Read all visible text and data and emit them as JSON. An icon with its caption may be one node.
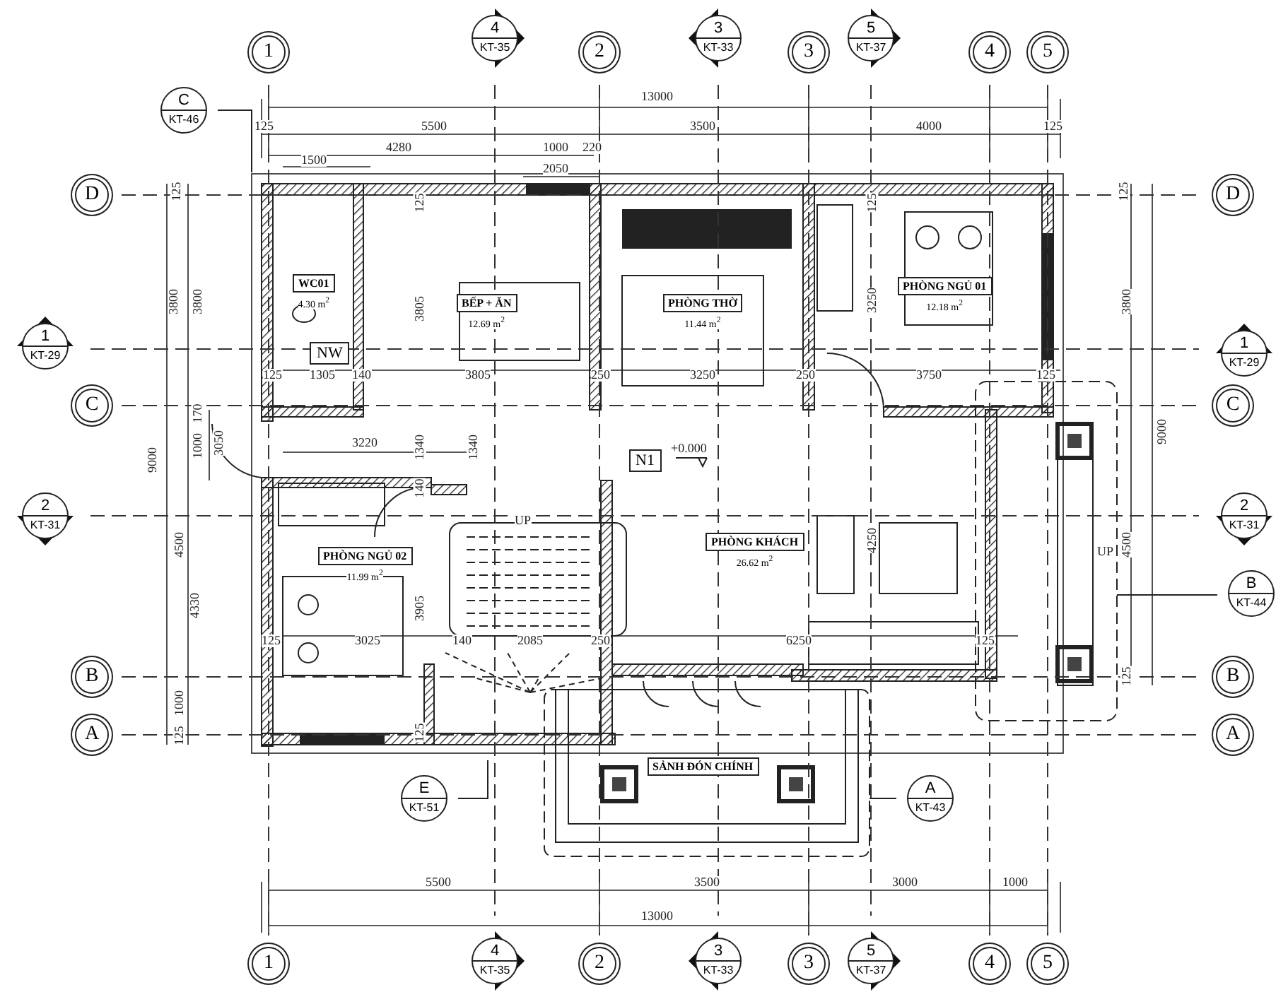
{
  "diagram": {
    "nodes": [
      {
        "text": [
          "1"
        ]
      },
      {
        "text": [
          "4",
          "KT-35"
        ]
      },
      {
        "text": [
          "2"
        ]
      },
      {
        "text": [
          "3",
          "KT-33"
        ]
      },
      {
        "text": [
          "3"
        ]
      },
      {
        "text": [
          "5",
          "KT-37"
        ]
      },
      {
        "text": [
          "4"
        ]
      },
      {
        "text": [
          "5"
        ]
      },
      {
        "text": [
          "C",
          "KT-46"
        ]
      },
      {
        "text": [
          "D"
        ]
      },
      {
        "text": [
          "D"
        ]
      },
      {
        "text": [
          "WC01"
        ],
        "beside": [
          "4.30 m$^{2}$"
        ]
      },
      {
        "text": [
          "BẾP + ĂN"
        ],
        "beside": [
          "12.69 m$^{2}$"
        ]
      },
      {
        "text": [
          "PHÒNG THỜ"
        ],
        "beside": [
          "11.44 m$^{2}$"
        ]
      },
      {
        "text": [
          "PHÒNG NGỦ 01"
        ],
        "beside": [
          "12.18 m$^{2}$"
        ]
      },
      {
        "text": [
          "1",
          "KT-29"
        ]
      },
      {
        "text": [
          "NW"
        ]
      },
      {
        "text": [
          "1",
          "KT-29"
        ]
      },
      {
        "text": [
          "C"
        ]
      },
      {
        "text": [
          "C"
        ]
      },
      {
        "text": [
          "N1"
        ]
      },
      {
        "text": [
          "2",
          "KT-31"
        ]
      },
      {
        "text": [
          "2",
          "KT-31"
        ]
      },
      {
        "text": [
          "PHÒNG KHÁCH"
        ],
        "beside": [
          "26.62 m$^{2}$"
        ]
      },
      {
        "text": [
          "PHÒNG NGỦ 02"
        ],
        "beside": [
          "11.99 m$^{2}$"
        ]
      },
      {
        "text": [
          "B",
          "KT-44"
        ]
      },
      {
        "text": [
          "B"
        ]
      },
      {
        "text": [
          "B"
        ]
      },
      {
        "text": [
          "A"
        ]
      },
      {
        "text": [
          "A"
        ]
      },
      {
        "text": [
          "SẢNH ĐÓN CHÍNH"
        ]
      },
      {
        "text": [
          "E",
          "KT-51"
        ]
      },
      {
        "text": [
          "A",
          "KT-43"
        ]
      },
      {
        "text": [
          "1"
        ]
      },
      {
        "text": [
          "4",
          "KT-35"
        ]
      },
      {
        "text": [
          "2"
        ]
      },
      {
        "text": [
          "3",
          "KT-33"
        ]
      },
      {
        "text": [
          "3"
        ]
      },
      {
        "text": [
          "5",
          "KT-37"
        ]
      },
      {
        "text": [
          "4"
        ]
      },
      {
        "text": [
          "5"
        ]
      }
    ],
    "edges": [
      {
        "from": 8,
        "to": null,
        "arrow": "none"
      },
      {
        "from": 25,
        "to": null,
        "arrow": "none"
      },
      {
        "from": 31,
        "to": null,
        "arrow": "none"
      },
      {
        "from": 32,
        "to": null,
        "arrow": "none"
      }
    ],
    "labels": [
      "13000",
      "125",
      "5500",
      "3500",
      "4000",
      "125",
      "4280",
      "1000",
      "220",
      "1500",
      "2050",
      "125",
      "125",
      "125",
      "125",
      "3800",
      "3800",
      "3805",
      "3250",
      "3800",
      "125",
      "1305",
      "140",
      "3805",
      "250",
      "3250",
      "250",
      "3750",
      "125",
      "170",
      "9000",
      "9000",
      "1000",
      "3050",
      "3220",
      "1340",
      "1340",
      "+0.000",
      "140",
      "UP",
      "4500",
      "4250",
      "UP",
      "4500",
      "4330",
      "3905",
      "125",
      "3025",
      "140",
      "2085",
      "250",
      "6250",
      "125",
      "1000",
      "125",
      "125",
      "125",
      "5500",
      "3500",
      "3000",
      "1000",
      "13000"
    ]
  }
}
